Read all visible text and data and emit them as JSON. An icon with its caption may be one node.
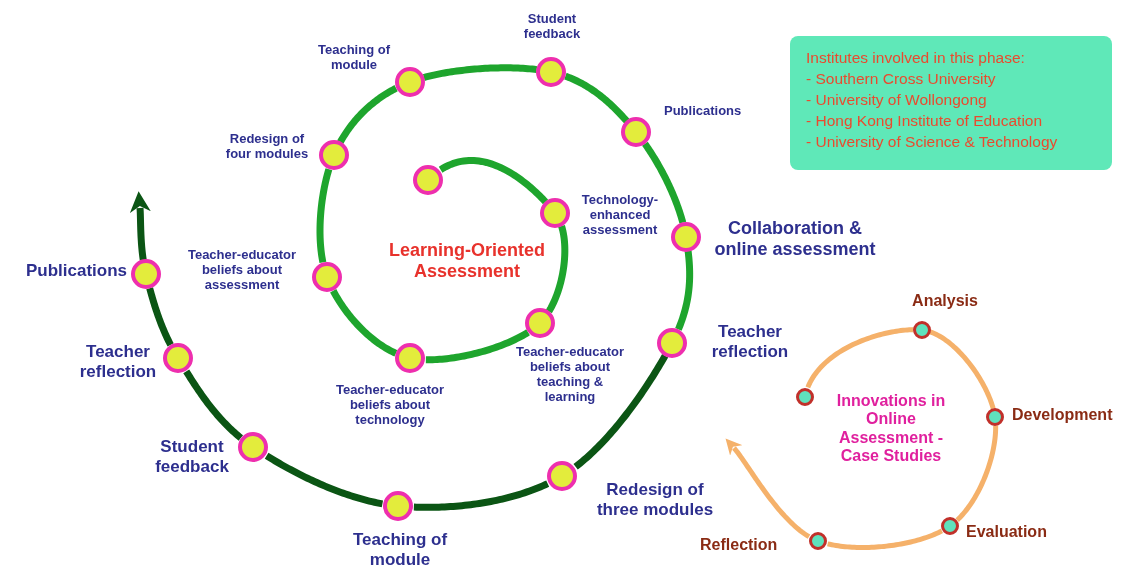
{
  "diagram": {
    "nodes": [
      {
        "text": [],
        "shape": "circle"
      },
      {
        "text": [],
        "shape": "circle",
        "beside": [
          "Technology-enhanced assessment"
        ]
      },
      {
        "text": [],
        "shape": "circle",
        "beside": [
          "Teacher-educator beliefs about teaching & learning"
        ]
      },
      {
        "text": [],
        "shape": "circle",
        "beside": [
          "Teacher-educator beliefs about technology"
        ]
      },
      {
        "text": [],
        "shape": "circle",
        "beside": [
          "Teacher-educator beliefs about assessment"
        ]
      },
      {
        "text": [],
        "shape": "circle",
        "beside": [
          "Redesign of four modules"
        ]
      },
      {
        "text": [],
        "shape": "circle",
        "beside": [
          "Teaching of module"
        ]
      },
      {
        "text": [],
        "shape": "circle",
        "beside": [
          "Student feedback"
        ]
      },
      {
        "text": [],
        "shape": "circle",
        "beside": [
          "Publications"
        ]
      },
      {
        "text": [],
        "shape": "circle",
        "beside": [
          "Collaboration & online assessment"
        ]
      },
      {
        "text": [],
        "shape": "circle",
        "beside": [
          "Teacher reflection"
        ]
      },
      {
        "text": [],
        "shape": "circle",
        "beside": [
          "Redesign of three modules"
        ]
      },
      {
        "text": [],
        "shape": "circle",
        "beside": [
          "Teaching of module"
        ]
      },
      {
        "text": [],
        "shape": "circle",
        "beside": [
          "Student feedback"
        ]
      },
      {
        "text": [],
        "shape": "circle",
        "beside": [
          "Teacher reflection"
        ]
      },
      {
        "text": [],
        "shape": "circle",
        "beside": [
          "Publications"
        ]
      },
      {
        "text": [
          "Institutes involved in this phase:",
          "- Southern Cross University",
          "- University of Wollongong",
          "- Hong Kong Institute of Education",
          "- University of Science & Technology"
        ]
      },
      {
        "text": [],
        "shape": "circle"
      },
      {
        "text": [],
        "shape": "circle",
        "beside": [
          "Analysis"
        ]
      },
      {
        "text": [],
        "shape": "circle",
        "beside": [
          "Development"
        ]
      },
      {
        "text": [],
        "shape": "circle",
        "beside": [
          "Evaluation"
        ]
      },
      {
        "text": [],
        "shape": "circle",
        "beside": [
          "Reflection"
        ]
      }
    ],
    "edges": [
      {
        "from": 0,
        "to": 1,
        "arrow": "none"
      },
      {
        "from": 1,
        "to": 2,
        "arrow": "none"
      },
      {
        "from": 2,
        "to": 3,
        "arrow": "none"
      },
      {
        "from": 3,
        "to": 4,
        "arrow": "none"
      },
      {
        "from": 4,
        "to": 5,
        "arrow": "none"
      },
      {
        "from": 5,
        "to": 6,
        "arrow": "none"
      },
      {
        "from": 6,
        "to": 7,
        "arrow": "none"
      },
      {
        "from": 7,
        "to": 8,
        "arrow": "none"
      },
      {
        "from": 8,
        "to": 9,
        "arrow": "none"
      },
      {
        "from": 9,
        "to": 10,
        "arrow": "none"
      },
      {
        "from": 10,
        "to": 11,
        "arrow": "none",
        "color": "#0b5514"
      },
      {
        "from": 11,
        "to": 12,
        "arrow": "none",
        "color": "#0b5514"
      },
      {
        "from": 12,
        "to": 13,
        "arrow": "none",
        "color": "#0b5514"
      },
      {
        "from": 13,
        "to": 14,
        "arrow": "none",
        "color": "#0b5514"
      },
      {
        "from": 14,
        "to": 15,
        "arrow": "none",
        "color": "#0b5514"
      },
      {
        "from": 15,
        "to": null,
        "arrow": "to",
        "color": "#0b5514"
      },
      {
        "from": 17,
        "to": 18,
        "arrow": "none",
        "color": "#f5b16a"
      },
      {
        "from": 18,
        "to": 19,
        "arrow": "none",
        "color": "#f5b16a"
      },
      {
        "from": 19,
        "to": 20,
        "arrow": "none",
        "color": "#f5b16a"
      },
      {
        "from": 20,
        "to": 21,
        "arrow": "none",
        "color": "#f5b16a"
      },
      {
        "from": 21,
        "to": null,
        "arrow": "to",
        "color": "#f5b16a"
      }
    ],
    "labels": [
      "Learning-Oriented Assessment",
      "Innovations in Online Assessment - Case Studies"
    ]
  }
}
